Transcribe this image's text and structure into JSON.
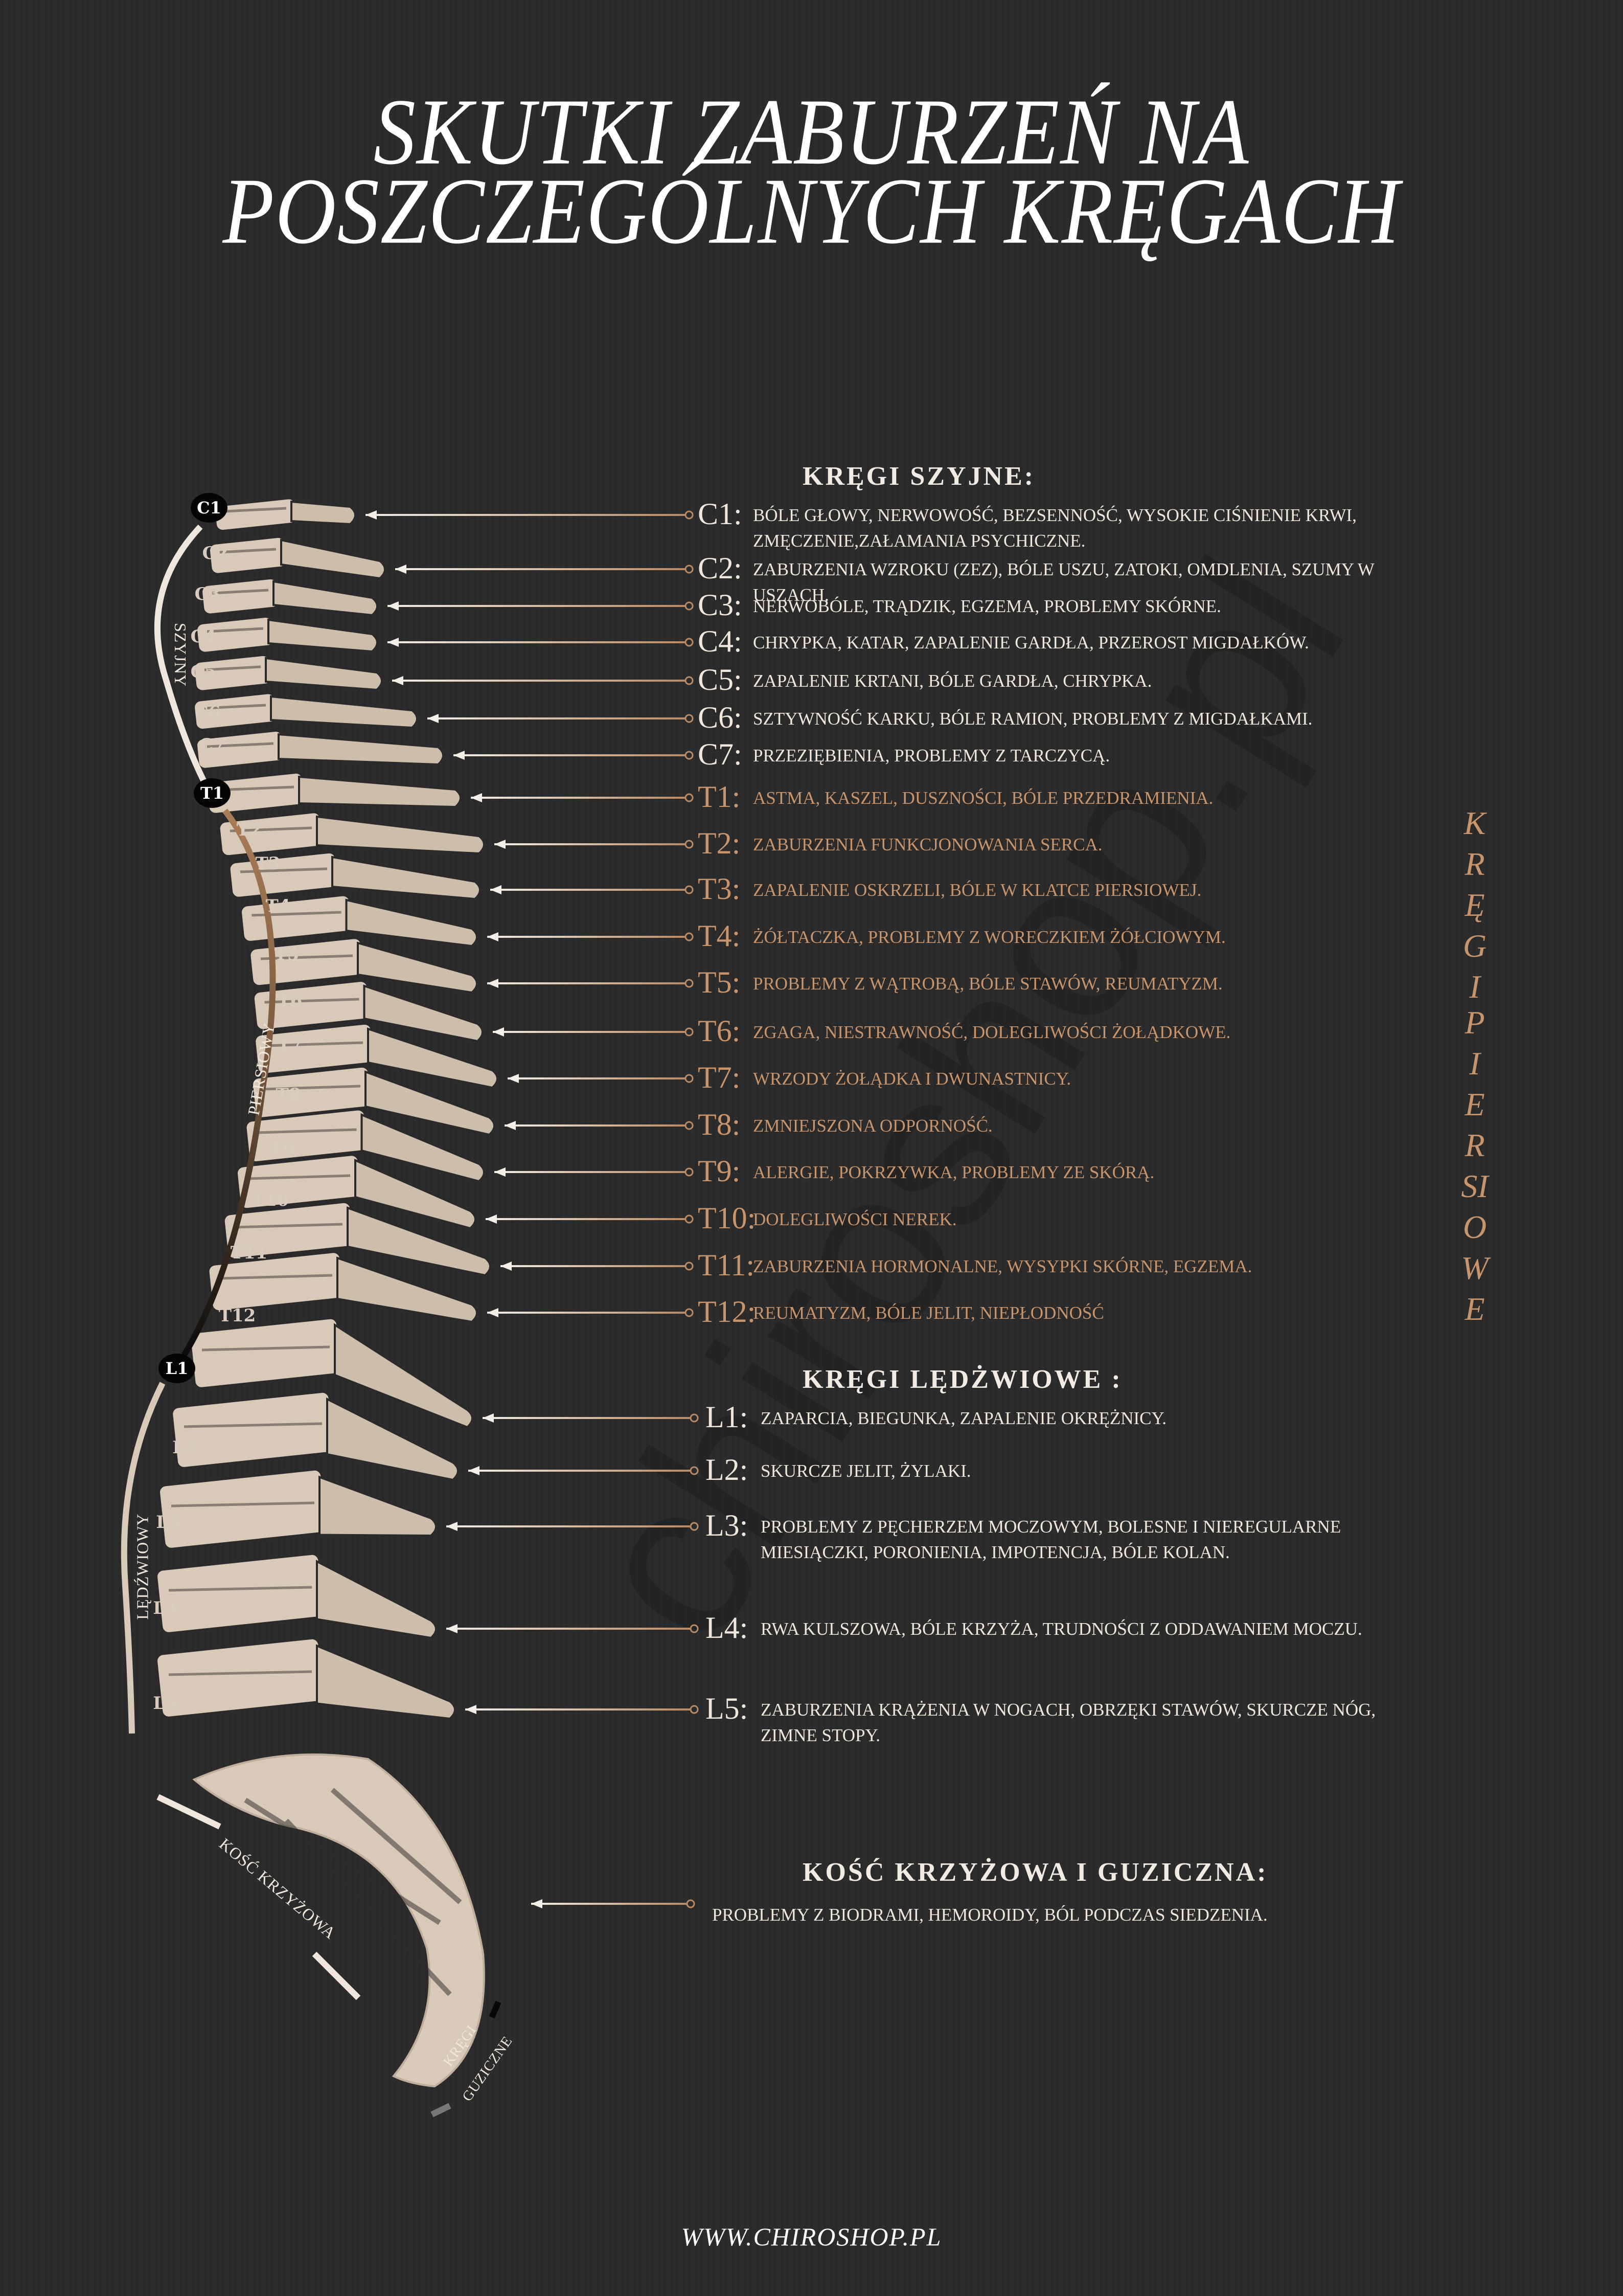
{
  "title": {
    "line1": "SKUTKI ZABURZEŃ NA",
    "line2": "POSZCZEGÓLNYCH KRĘGACH"
  },
  "watermark": "chiroshop.pl",
  "colors": {
    "background": "#2a2a2a",
    "cervical_text": "#efe6dc",
    "thoracic_text": "#c8946b",
    "bone": "#d8c9b8"
  },
  "cervical": {
    "heading": "KRĘGI  SZYJNE:",
    "entries": [
      {
        "label": "C1:",
        "text": "BÓLE GŁOWY, NERWOWOŚĆ, BEZSENNOŚĆ, WYSOKIE CIŚNIENIE KRWI, ZMĘCZENIE,ZAŁAMANIA PSYCHICZNE."
      },
      {
        "label": "C2:",
        "text": "ZABURZENIA WZROKU (ZEZ), BÓLE USZU, ZATOKI, OMDLENIA, SZUMY W USZACH."
      },
      {
        "label": "C3:",
        "text": "NERWOBÓLE, TRĄDZIK, EGZEMA, PROBLEMY SKÓRNE."
      },
      {
        "label": "C4:",
        "text": "CHRYPKA, KATAR, ZAPALENIE GARDŁA, PRZEROST MIGDAŁKÓW."
      },
      {
        "label": "C5:",
        "text": "ZAPALENIE KRTANI, BÓLE GARDŁA, CHRYPKA."
      },
      {
        "label": "C6:",
        "text": "SZTYWNOŚĆ KARKU, BÓLE RAMION, PROBLEMY Z MIGDAŁKAMI."
      },
      {
        "label": "C7:",
        "text": "PRZEZIĘBIENIA, PROBLEMY Z TARCZYCĄ."
      }
    ]
  },
  "thoracic": {
    "vertical_heading": [
      "KRĘGI",
      "PIERSIOWE"
    ],
    "entries": [
      {
        "label": "T1:",
        "text": "ASTMA, KASZEL, DUSZNOŚCI, BÓLE PRZEDRAMIENIA."
      },
      {
        "label": "T2:",
        "text": "ZABURZENIA FUNKCJONOWANIA SERCA."
      },
      {
        "label": "T3:",
        "text": "ZAPALENIE OSKRZELI, BÓLE W KLATCE PIERSIOWEJ."
      },
      {
        "label": "T4:",
        "text": "ŻÓŁTACZKA, PROBLEMY Z WORECZKIEM ŻÓŁCIOWYM."
      },
      {
        "label": "T5:",
        "text": "PROBLEMY Z WĄTROBĄ, BÓLE STAWÓW, REUMATYZM."
      },
      {
        "label": "T6:",
        "text": "ZGAGA, NIESTRAWNOŚĆ, DOLEGLIWOŚCI ŻOŁĄDKOWE."
      },
      {
        "label": "T7:",
        "text": "WRZODY ŻOŁĄDKA I DWUNASTNICY."
      },
      {
        "label": "T8:",
        "text": "ZMNIEJSZONA ODPORNOŚĆ."
      },
      {
        "label": "T9:",
        "text": "ALERGIE, POKRZYWKA, PROBLEMY ZE SKÓRĄ."
      },
      {
        "label": "T10:",
        "text": "DOLEGLIWOŚCI NEREK."
      },
      {
        "label": "T11:",
        "text": "ZABURZENIA HORMONALNE, WYSYPKI SKÓRNE, EGZEMA."
      },
      {
        "label": "T12:",
        "text": "REUMATYZM, BÓLE JELIT, NIEPŁODNOŚĆ"
      }
    ]
  },
  "lumbar": {
    "heading": "KRĘGI LĘDŻWIOWE :",
    "entries": [
      {
        "label": "L1:",
        "text": "ZAPARCIA, BIEGUNKA, ZAPALENIE OKRĘŻNICY."
      },
      {
        "label": "L2:",
        "text": "SKURCZE JELIT, ŻYLAKI."
      },
      {
        "label": "L3:",
        "text": "PROBLEMY Z PĘCHERZEM MOCZOWYM, BOLESNE I NIEREGULARNE MIESIĄCZKI, PORONIENIA, IMPOTENCJA, BÓLE KOLAN."
      },
      {
        "label": "L4:",
        "text": "RWA KULSZOWA, BÓLE KRZYŻA, TRUDNOŚCI Z ODDAWANIEM MOCZU."
      },
      {
        "label": "L5:",
        "text": "ZABURZENIA KRĄŻENIA W NOGACH, OBRZĘKI STAWÓW, SKURCZE NÓG, ZIMNE STOPY."
      }
    ]
  },
  "sacrum": {
    "heading": "KOŚĆ KRZYŻOWA I GUZICZNA:",
    "text": "PROBLEMY Z BIODRAMI, HEMOROIDY, BÓL PODCZAS SIEDZENIA."
  },
  "spine_labels": {
    "badges": [
      "C1",
      "T1",
      "L1"
    ],
    "small": [
      "C2",
      "C3",
      "C4",
      "C5",
      "C6",
      "C7",
      "T2",
      "T3",
      "T4",
      "T5",
      "T6",
      "T7",
      "T8",
      "T9",
      "T10",
      "T11",
      "T12",
      "L2",
      "L3",
      "L4",
      "L5"
    ],
    "regions": {
      "cervical": "SZYJNY",
      "thoracic": "PIERSIOWY",
      "lumbar": "LĘDŹWIOWY",
      "sacral": "KOŚĆ KRZYŻOWA",
      "coccyx_1": "KRĘGI",
      "coccyx_2": "GUZICZNE"
    }
  },
  "footer": "WWW.CHIROSHOP.PL"
}
